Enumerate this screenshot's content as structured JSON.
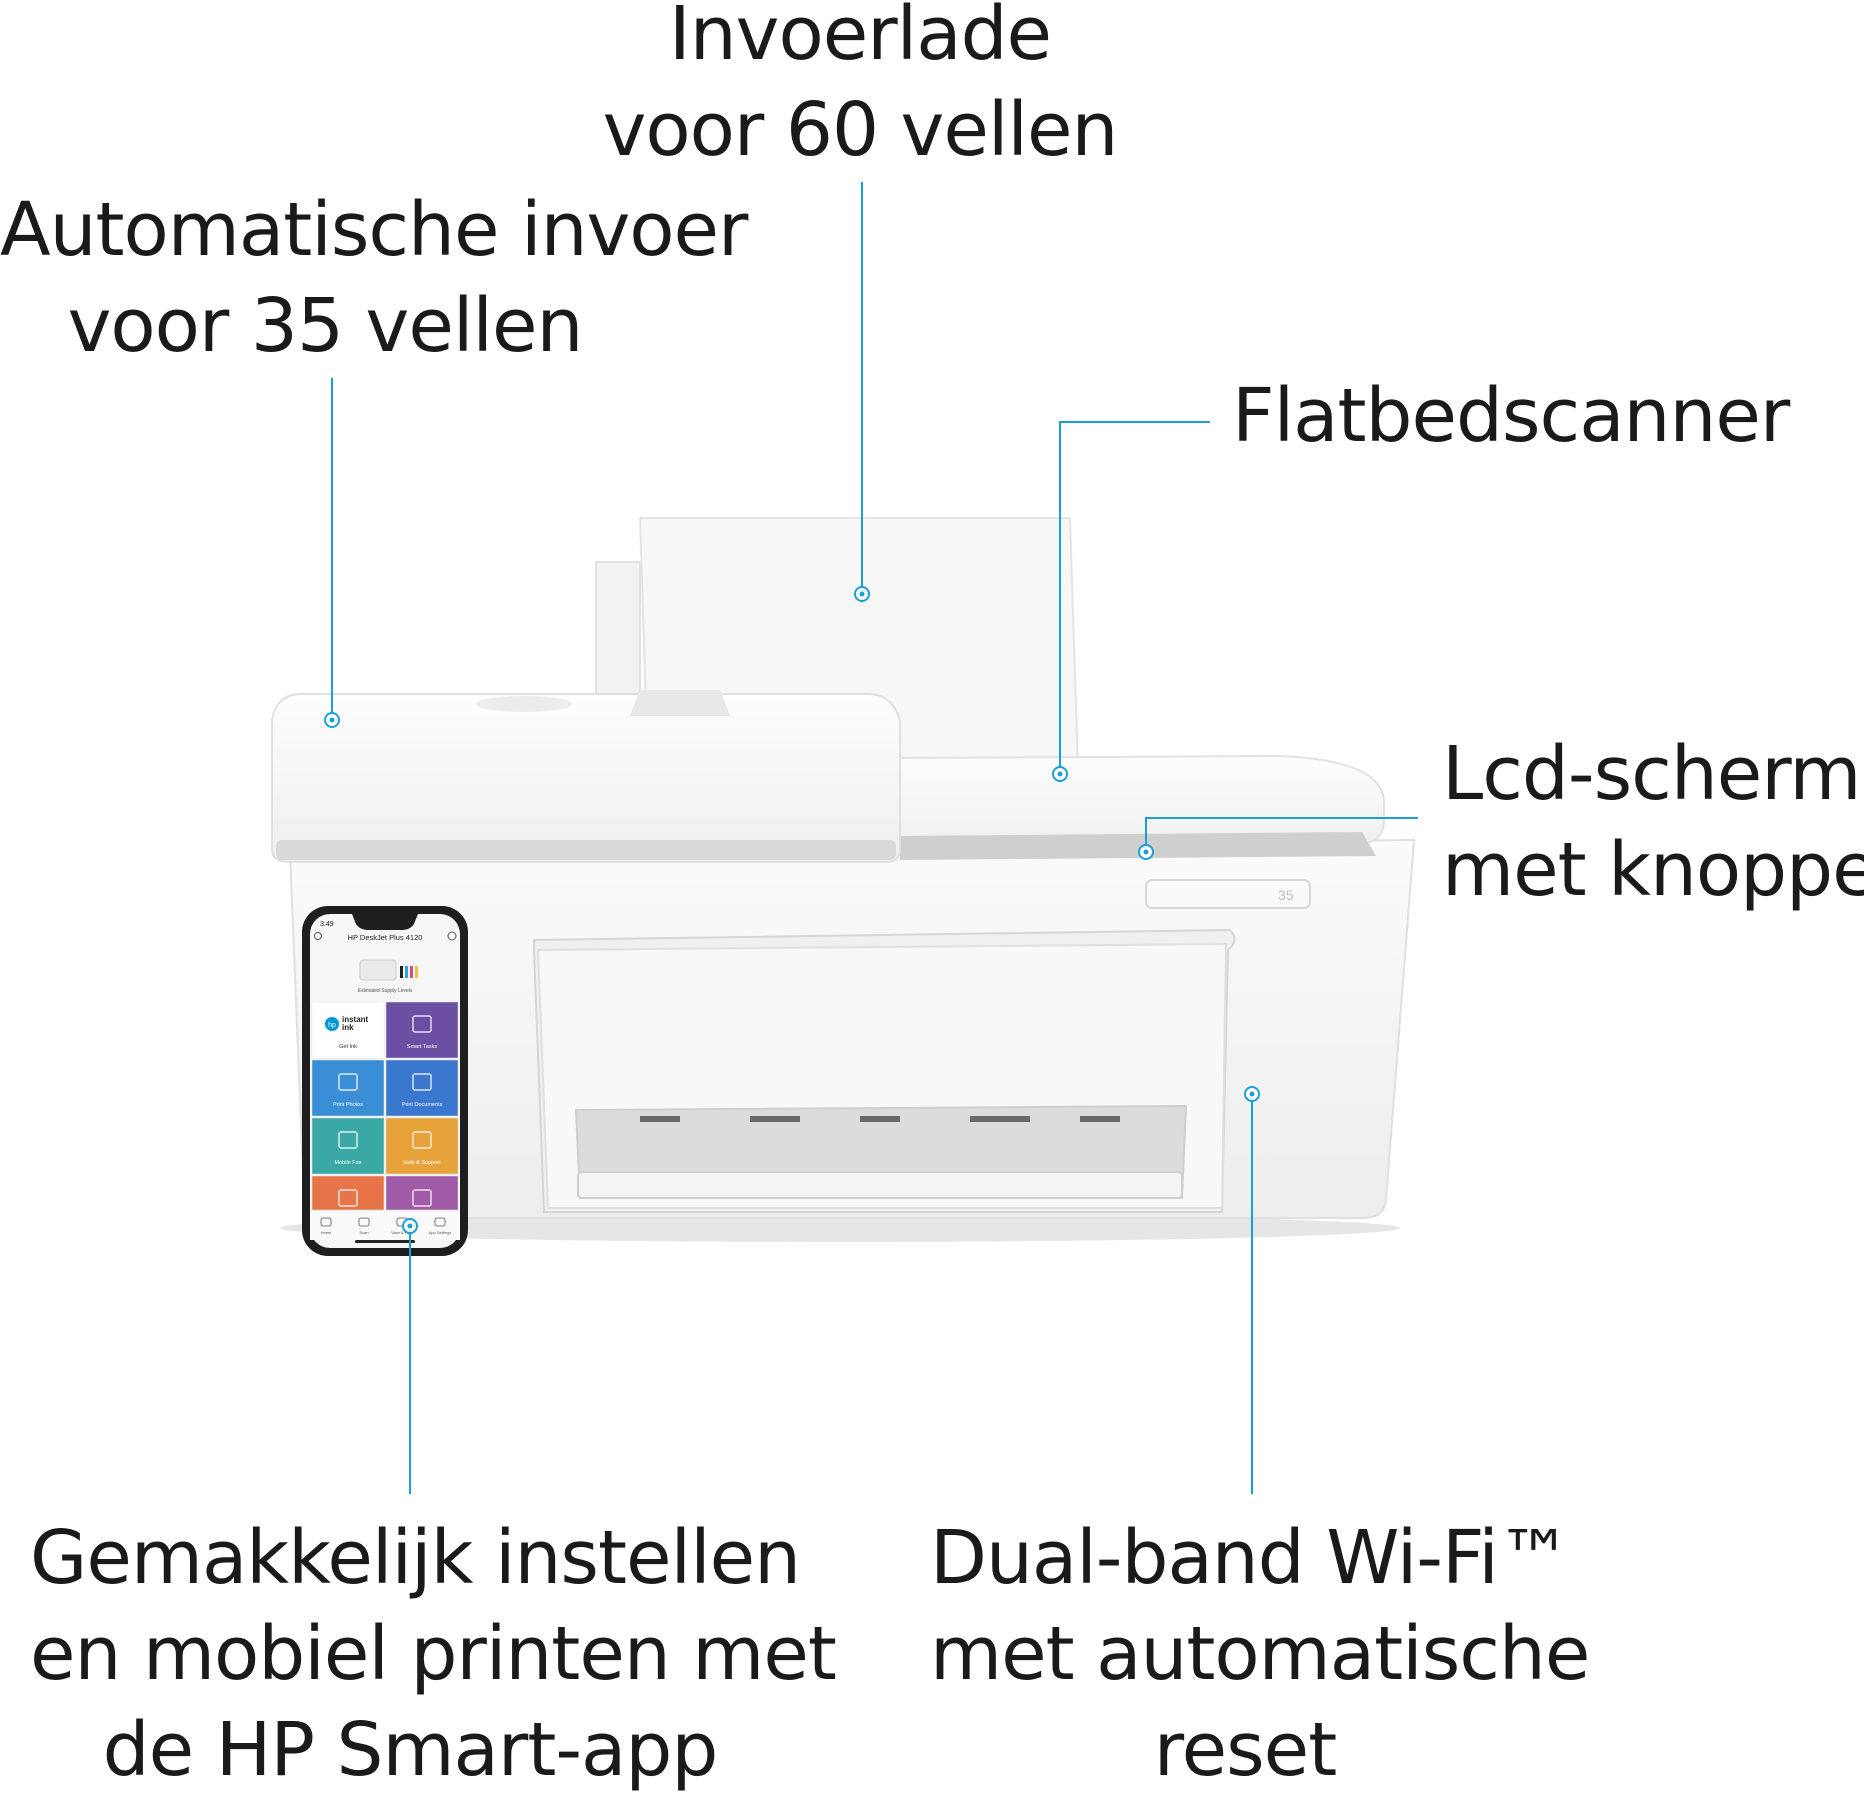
{
  "colors": {
    "callout_line": "#1aa0d8",
    "printer_body": "#f4f4f4",
    "printer_shadow": "#d8d8d8"
  },
  "labels": {
    "input_tray": {
      "lines": [
        "Invoerlade",
        "voor 60 vellen"
      ]
    },
    "adf": {
      "lines": [
        "Automatische invoer",
        "voor 35 vellen"
      ]
    },
    "flatbed": {
      "lines": [
        "Flatbedscanner"
      ]
    },
    "lcd": {
      "lines": [
        "Lcd-scherm",
        "met knoppen"
      ]
    },
    "smart_app": {
      "lines": [
        "Gemakkelijk instellen",
        "en mobiel printen met",
        "de HP Smart-app"
      ]
    },
    "wifi": {
      "lines": [
        "Dual-band Wi-Fi™",
        "met automatische",
        "reset"
      ]
    }
  },
  "printer": {
    "display_text": "35"
  },
  "phone": {
    "time": "3:49",
    "title": "HP DeskJet Plus 4120",
    "supply_label": "Estimated Supply Levels",
    "tiles": [
      {
        "label": "Get Ink",
        "color": "#ffffff",
        "text_color": "#333333",
        "icon": "instant-ink-logo"
      },
      {
        "label": "Smart Tasks",
        "color": "#6b4fa3",
        "text_color": "#ffffff",
        "icon": "smart-tasks-icon"
      },
      {
        "label": "Print Photos",
        "color": "#3a8ed6",
        "text_color": "#ffffff",
        "icon": "print-photos-icon"
      },
      {
        "label": "Print Documents",
        "color": "#3a78cf",
        "text_color": "#ffffff",
        "icon": "print-documents-icon"
      },
      {
        "label": "Mobile Fax",
        "color": "#3aa8a4",
        "text_color": "#ffffff",
        "icon": "mobile-fax-icon"
      },
      {
        "label": "Help & Support",
        "color": "#e8a23a",
        "text_color": "#ffffff",
        "icon": "help-icon"
      },
      {
        "label": "",
        "color": "#e8744a",
        "text_color": "#ffffff",
        "icon": "camera-icon"
      },
      {
        "label": "",
        "color": "#a05aa8",
        "text_color": "#ffffff",
        "icon": "copy-icon"
      }
    ],
    "nav": [
      "Home",
      "Scan",
      "View & Print",
      "App Settings"
    ]
  },
  "instant_ink_text": [
    "instant",
    "ink"
  ],
  "hp_logo_text": "hp"
}
